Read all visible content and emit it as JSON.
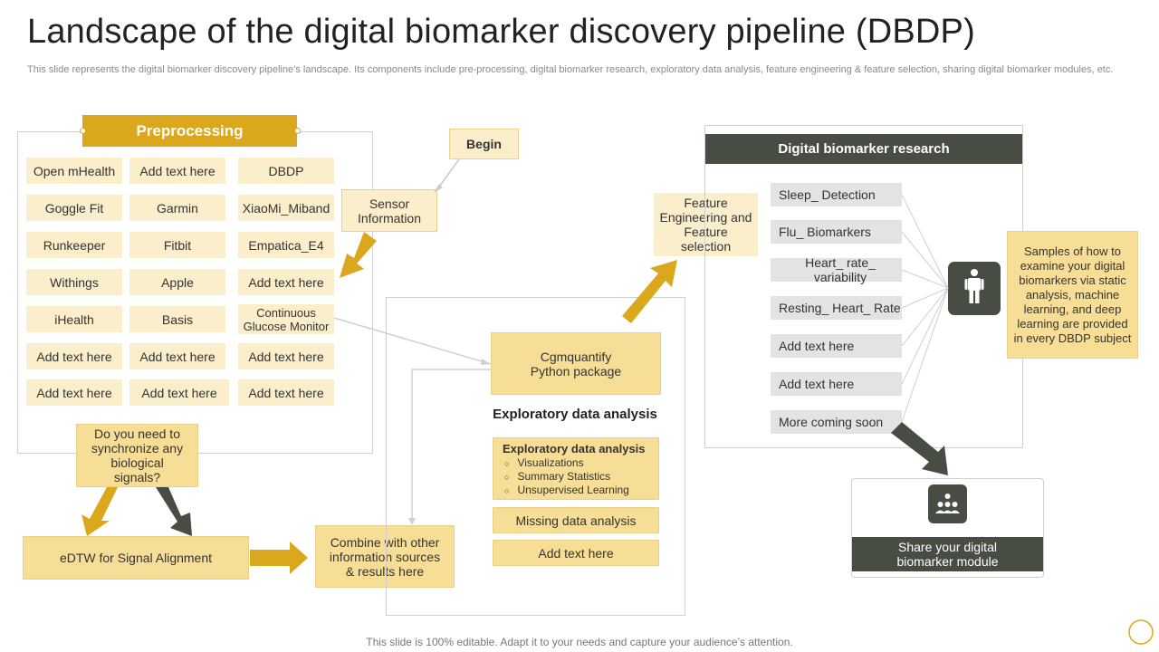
{
  "title": "Landscape of the digital biomarker discovery pipeline (DBDP)",
  "subtitle": "This slide represents the digital biomarker discovery pipeline’s landscape. Its components include pre-processing, digital biomarker research, exploratory data analysis, feature engineering & feature selection, sharing digital biomarker modules, etc.",
  "preprocessing": {
    "heading": "Preprocessing",
    "grid": [
      [
        "Open mHealth",
        "Add text here",
        "DBDP"
      ],
      [
        "Goggle Fit",
        "Garmin",
        "XiaoMi_Miband"
      ],
      [
        "Runkeeper",
        "Fitbit",
        "Empatica_E4"
      ],
      [
        "Withings",
        "Apple",
        "Add text here"
      ],
      [
        "iHealth",
        "Basis",
        "Continuous Glucose Monitor"
      ],
      [
        "Add text here",
        "Add text here",
        "Add text here"
      ],
      [
        "Add text here",
        "Add text here",
        "Add text here"
      ]
    ]
  },
  "begin": "Begin",
  "sensor": "Sensor Information",
  "sync_question": "Do you need to synchronize any biological signals?",
  "edtw": "eDTW for Signal Alignment",
  "combine": "Combine with other information sources & results here",
  "cgm": "Cgmquantify Python package",
  "eda": {
    "heading": "Exploratory data analysis",
    "box_heading": "Exploratory data analysis",
    "items": [
      "Visualizations",
      "Summary Statistics",
      "Unsupervised Learning"
    ],
    "missing": "Missing data analysis",
    "add": "Add text here"
  },
  "feature": "Feature Engineering and Feature selection",
  "research": {
    "heading": "Digital biomarker research",
    "items": [
      "Sleep_ Detection",
      "Flu_ Biomarkers",
      "Heart_ rate_ variability",
      "Resting_ Heart_ Rate",
      "Add text here",
      "Add text here",
      "More coming soon"
    ],
    "samples": "Samples of how to examine your digital biomarkers via static analysis, machine learning, and deep learning are provided in every DBDP subject"
  },
  "share": "Share your digital biomarker module",
  "footer": "This slide is 100% editable. Adapt it to your needs and capture your audience’s attention.",
  "colors": {
    "gold": "#dba71c",
    "dark": "#484d44",
    "light": "#fbeecb",
    "mid": "#f7de96"
  },
  "icons": [
    "person-icon",
    "group-icon"
  ]
}
